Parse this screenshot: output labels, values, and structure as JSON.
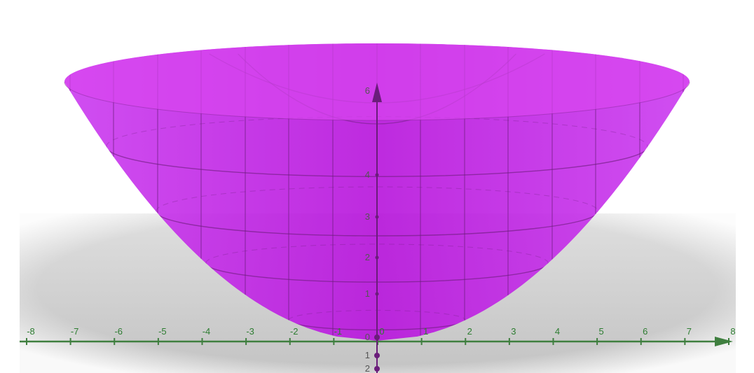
{
  "scene": {
    "surface_color": "#c21ee6",
    "surface_rim_color": "#d846f0",
    "mesh_color": "#6a1d7a",
    "floor_color": "#c9c9c9",
    "x_axis_color": "#3f7f3f",
    "z_axis_color": "#6a1d7a"
  },
  "x_axis": {
    "range": [
      -8,
      8
    ],
    "tick_labels": [
      "-8",
      "-7",
      "-6",
      "-5",
      "-4",
      "-3",
      "-2",
      "-1",
      "0",
      "1",
      "2",
      "3",
      "4",
      "5",
      "6",
      "7",
      "8"
    ]
  },
  "z_axis": {
    "labels": [
      "6",
      "4",
      "3",
      "2",
      "1",
      "0",
      "1",
      "2"
    ]
  }
}
